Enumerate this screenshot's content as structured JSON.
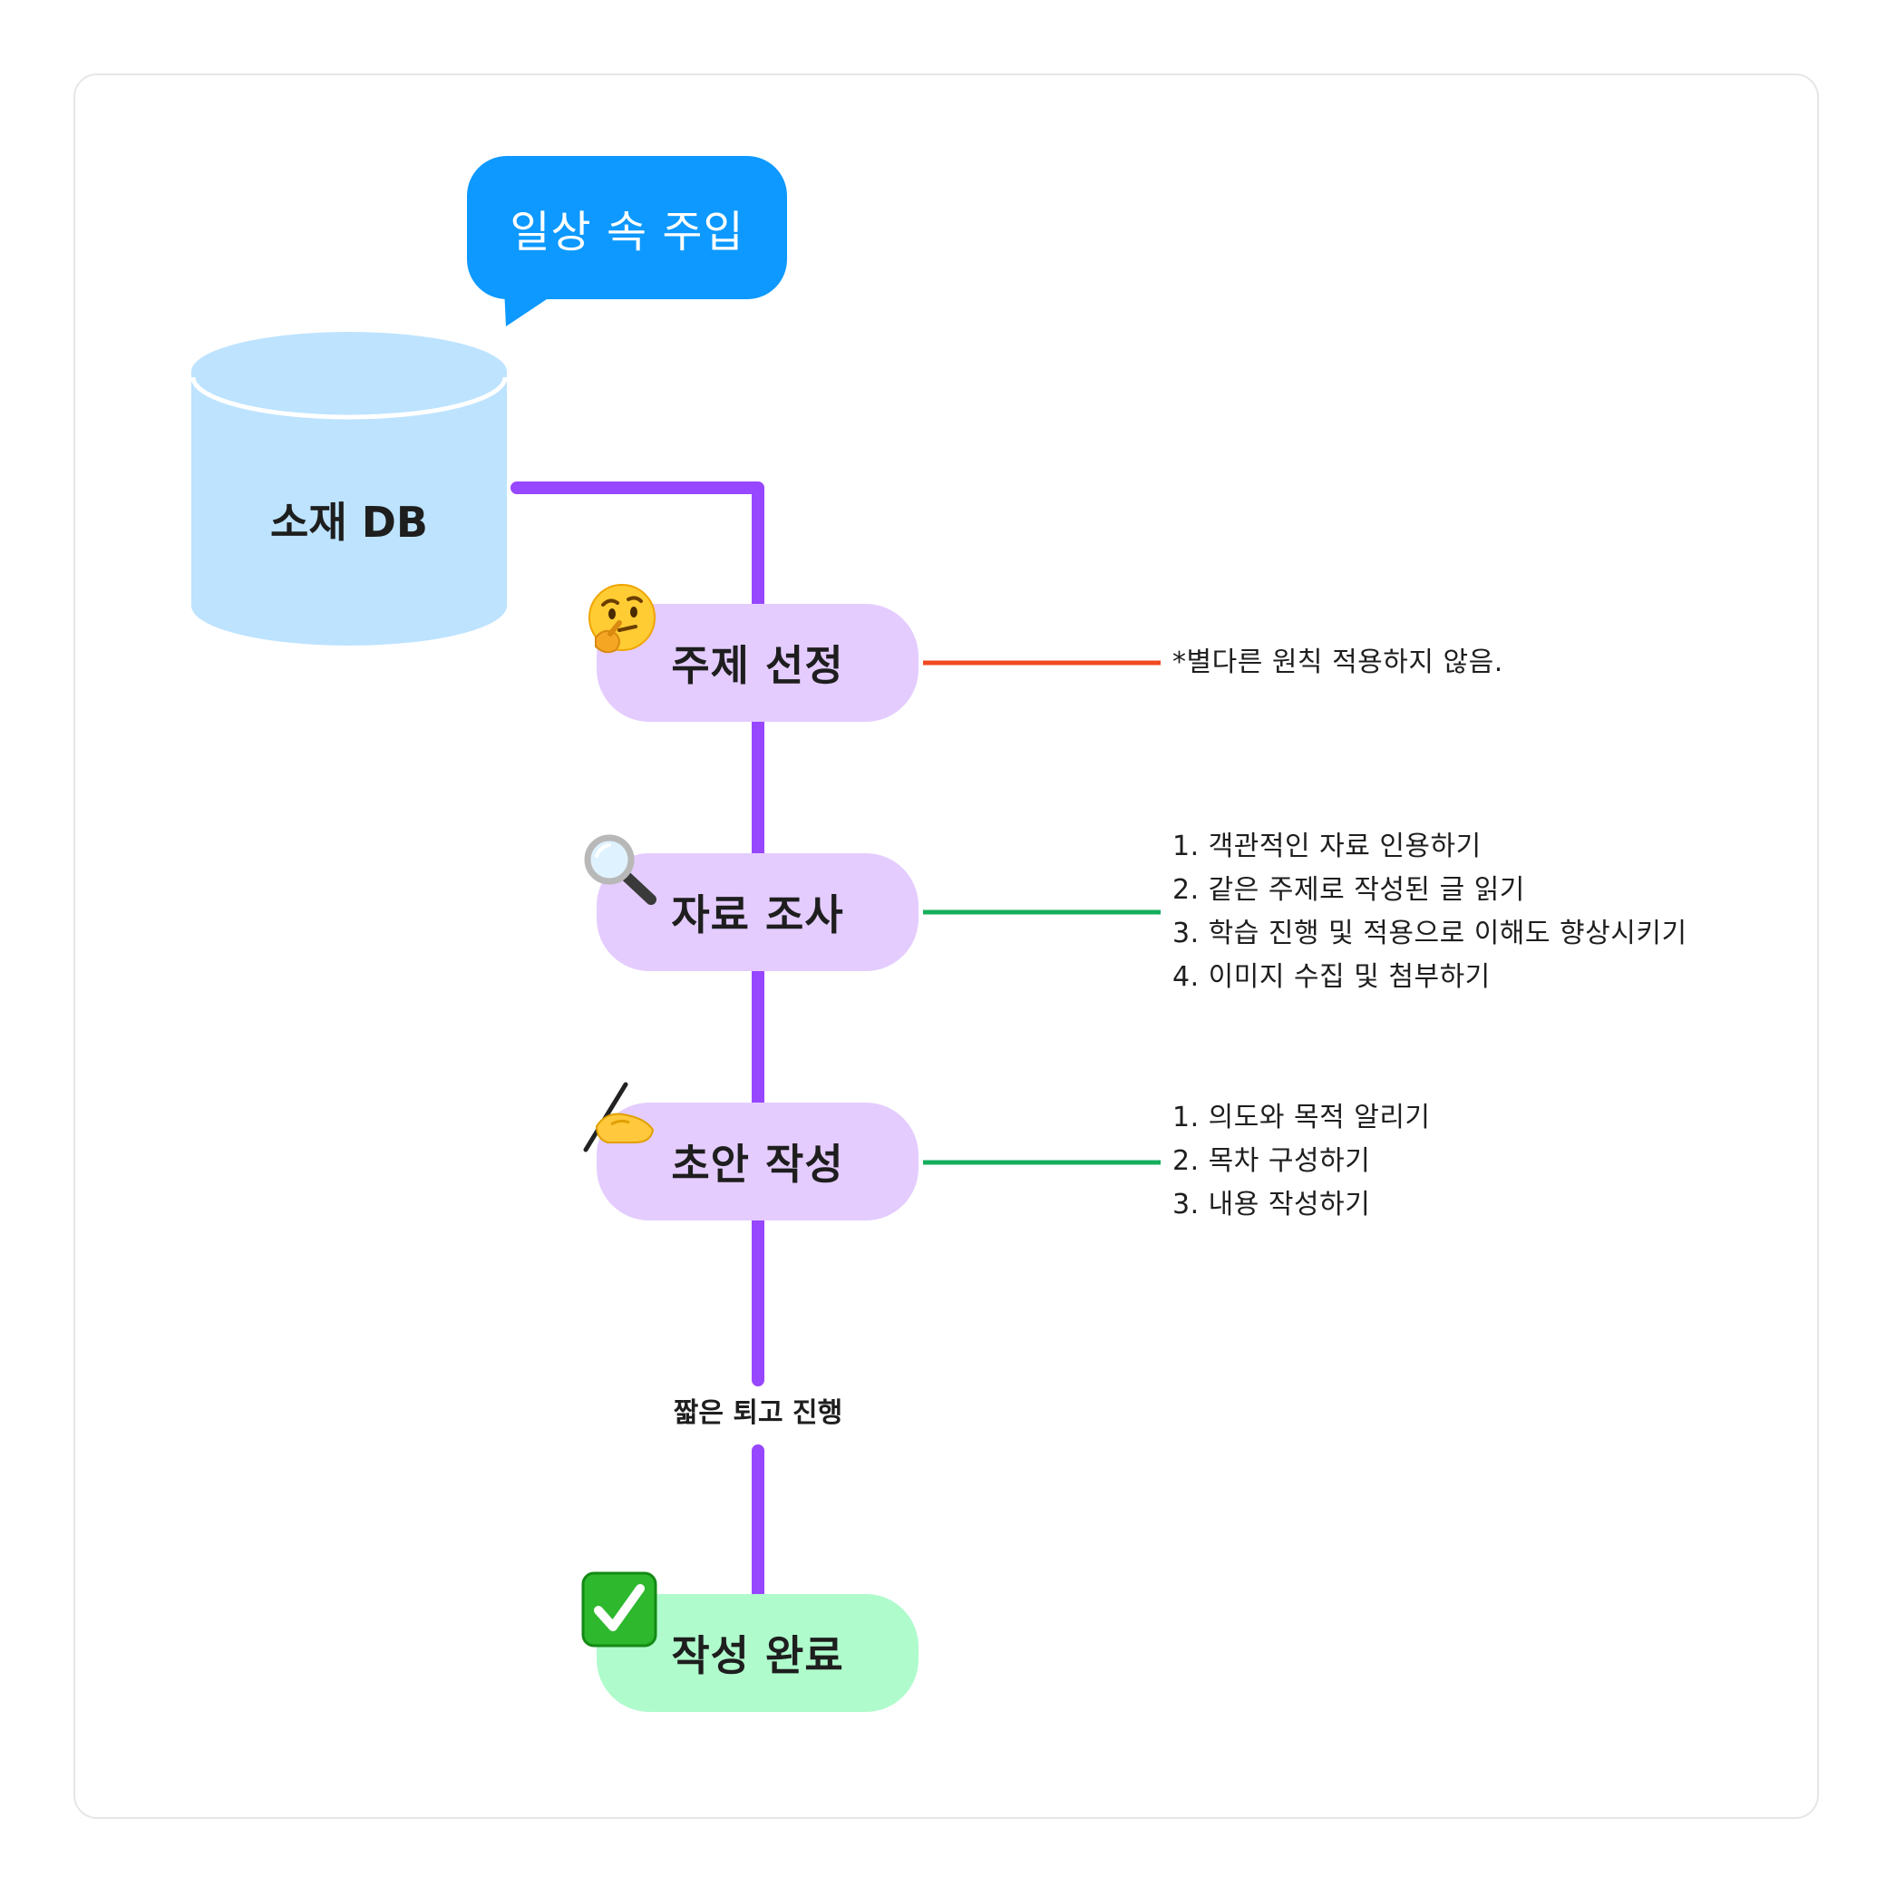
{
  "speech_bubble": {
    "text": "일상 속 주입"
  },
  "database": {
    "label": "소재 DB"
  },
  "steps": [
    {
      "label": "주제 선정",
      "icon": "thinking-face-icon"
    },
    {
      "label": "자료 조사",
      "icon": "magnifying-glass-icon"
    },
    {
      "label": "초안 작성",
      "icon": "writing-hand-icon"
    },
    {
      "label": "작성 완료",
      "icon": "check-mark-button-icon"
    }
  ],
  "notes": {
    "topic": [
      "*별다른 원칙 적용하지 않음."
    ],
    "research": [
      "1. 객관적인 자료 인용하기",
      "2. 같은 주제로 작성된 글 읽기",
      "3. 학습 진행 및 적용으로 이해도 향상시키기",
      "4. 이미지 수집 및 첨부하기"
    ],
    "draft": [
      "1. 의도와 목적 알리기",
      "2. 목차 구성하기",
      "3. 내용 작성하기"
    ]
  },
  "flow_label": "짧은 퇴고 진행",
  "colors": {
    "bubble": "#0d99ff",
    "database": "#bde3ff",
    "step": "#e4ccff",
    "step_done": "#affbcc",
    "main_line": "#9747ff",
    "note_line_red": "#f24822",
    "note_line_green": "#14ae5c"
  }
}
